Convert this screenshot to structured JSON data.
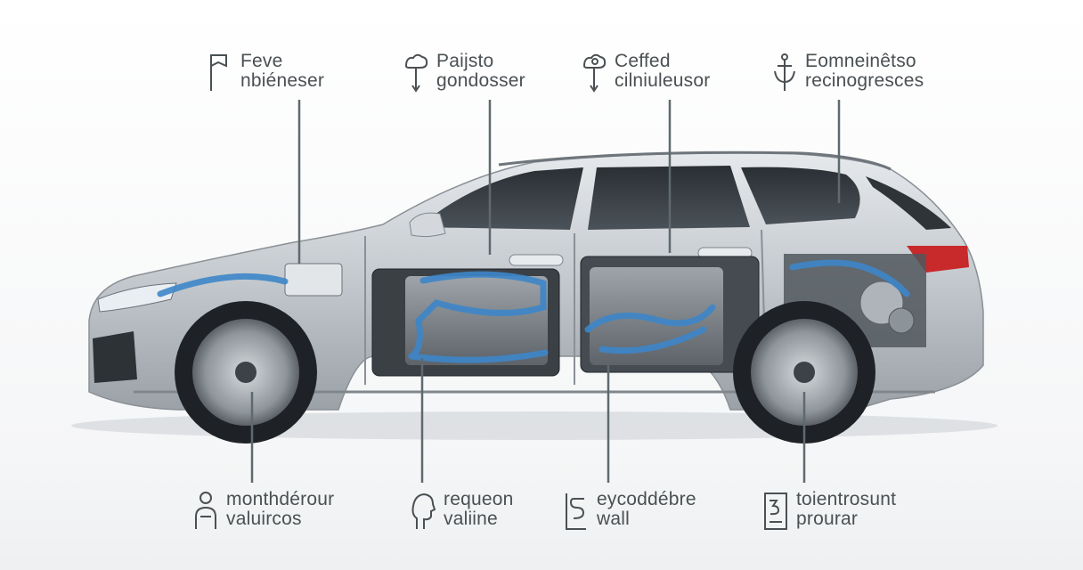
{
  "top_callouts": [
    {
      "line1": "Feve",
      "line2": "nbiéneser",
      "icon": "bookmark-pin-icon"
    },
    {
      "line1": "Paijsto",
      "line2": "gondosser",
      "icon": "cloud-pin-icon"
    },
    {
      "line1": "Ceffed",
      "line2": "cilniuleusor",
      "icon": "cloud-target-pin-icon"
    },
    {
      "line1": "Eomneinêtso",
      "line2": "recinogresces",
      "icon": "anchor-icon"
    }
  ],
  "bottom_callouts": [
    {
      "line1": "monthdérour",
      "line2": "valuircos",
      "icon": "person-gear-icon"
    },
    {
      "line1": "requeon",
      "line2": "valiine",
      "icon": "head-profile-icon"
    },
    {
      "line1": "eycoddébre",
      "line2": "wall",
      "icon": "bracket-s-icon"
    },
    {
      "line1": "toientrosunt",
      "line2": "prourar",
      "icon": "box-number-icon"
    }
  ],
  "colors": {
    "body": "#c9cdd1",
    "pipe": "#3d86c9",
    "leader": "#5f6a6e",
    "text": "#4a5053",
    "taillight": "#c8292b"
  }
}
